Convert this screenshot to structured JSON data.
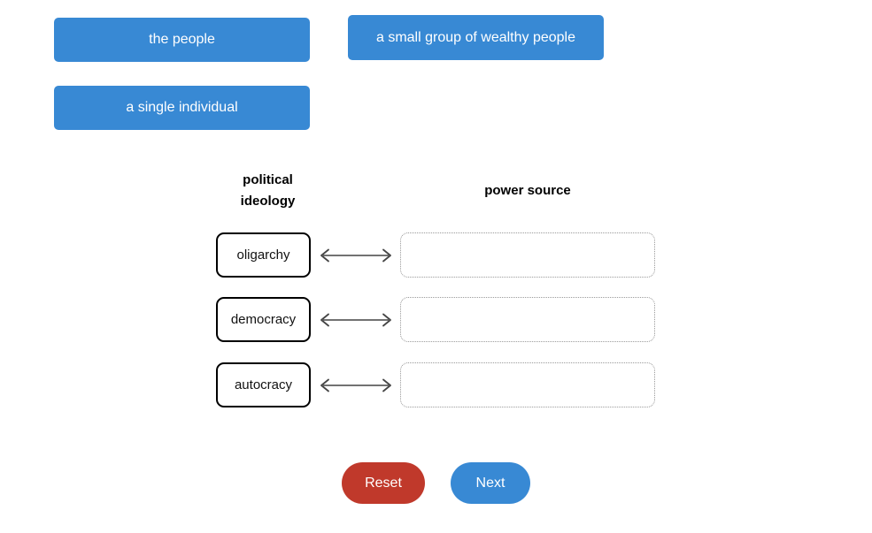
{
  "exercise": {
    "type": "drag-and-drop-matching",
    "answer_bank": [
      {
        "label": "the people"
      },
      {
        "label": "a small group of wealthy people"
      },
      {
        "label": "a single individual"
      }
    ],
    "columns": {
      "left_header_line1": "political",
      "left_header_line2": "ideology",
      "right_header": "power source"
    },
    "rows": [
      {
        "term": "oligarchy",
        "arrow_icon": "double-headed-arrow-icon",
        "answer": ""
      },
      {
        "term": "democracy",
        "arrow_icon": "double-headed-arrow-icon",
        "answer": ""
      },
      {
        "term": "autocracy",
        "arrow_icon": "double-headed-arrow-icon",
        "answer": ""
      }
    ],
    "actions": {
      "reset_label": "Reset",
      "next_label": "Next"
    },
    "colors": {
      "chip_blue": "#3889d4",
      "reset_red": "#c0392b",
      "next_blue": "#3889d4",
      "term_border": "#000000",
      "dropzone_border": "#9a9a9a",
      "arrow": "#444444",
      "page_background": "#ffffff"
    }
  }
}
